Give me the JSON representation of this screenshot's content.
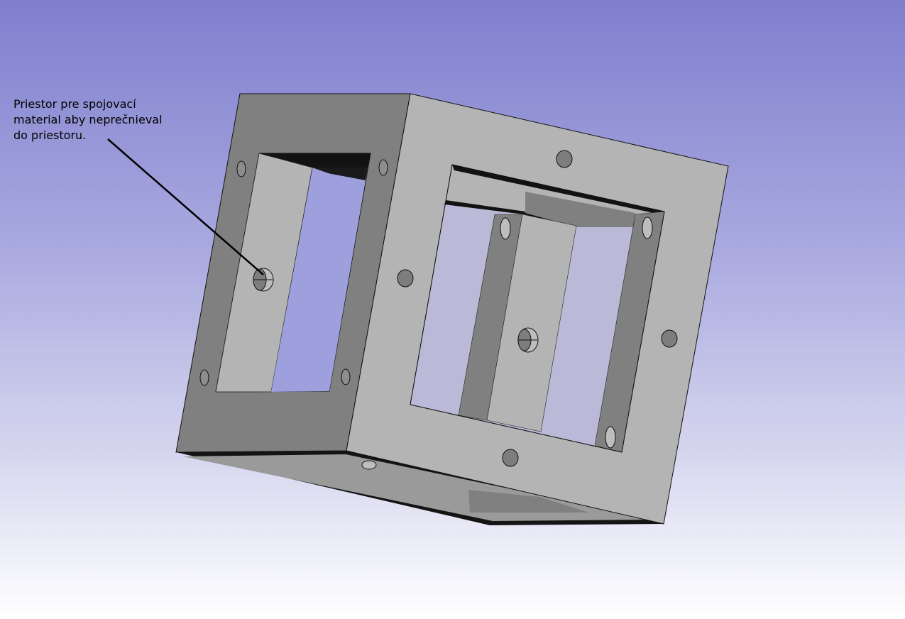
{
  "annotation": {
    "lines": [
      "Priestor pre spojovací",
      "material aby neprečnieval",
      "do priestoru."
    ]
  },
  "colors": {
    "background_top": "#7f7fce",
    "background_bottom": "#ffffff",
    "face_light": "#b4b4b4",
    "face_dark": "#808080",
    "edge": "#111111"
  }
}
